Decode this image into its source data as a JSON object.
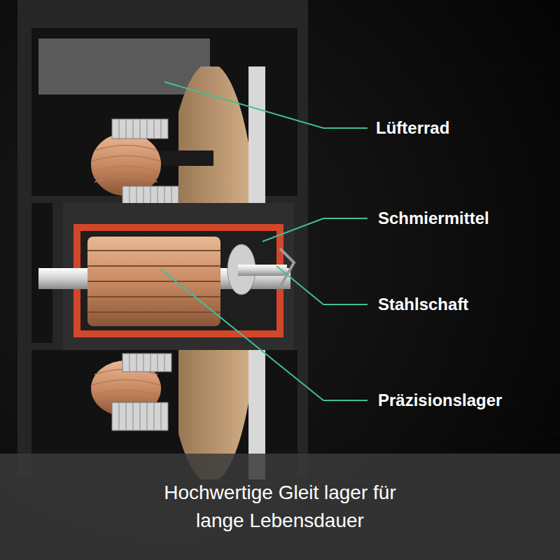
{
  "diagram": {
    "caption": "Hochwertige Gleit lager für lange Lebensdauer",
    "labels": [
      "Lüfterrad",
      "Schmiermittel",
      "Stahlschaft",
      "Präzisionslager"
    ]
  }
}
